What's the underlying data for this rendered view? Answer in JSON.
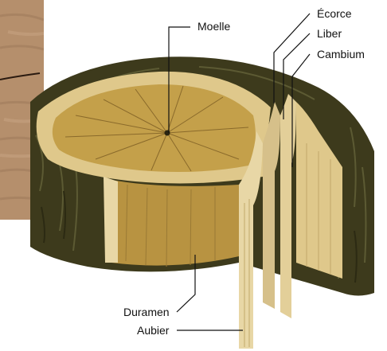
{
  "labels": {
    "ecorce": "Écorce",
    "liber": "Liber",
    "cambium": "Cambium",
    "moelle": "Moelle",
    "duramen": "Duramen",
    "aubier": "Aubier"
  },
  "colors": {
    "bark": "#3d3a1c",
    "bark_dark": "#2c2a13",
    "bark_ridge": "#5c5a33",
    "heartwood": "#c4a04a",
    "heartwood_side": "#b89341",
    "sapwood": "#dfc88b",
    "sapwood_light": "#e8d7a6",
    "inner_bark": "#d6c08a",
    "photo_wood": "#b58f6c",
    "ray_line": "#8a6a2b",
    "text": "#111111"
  }
}
